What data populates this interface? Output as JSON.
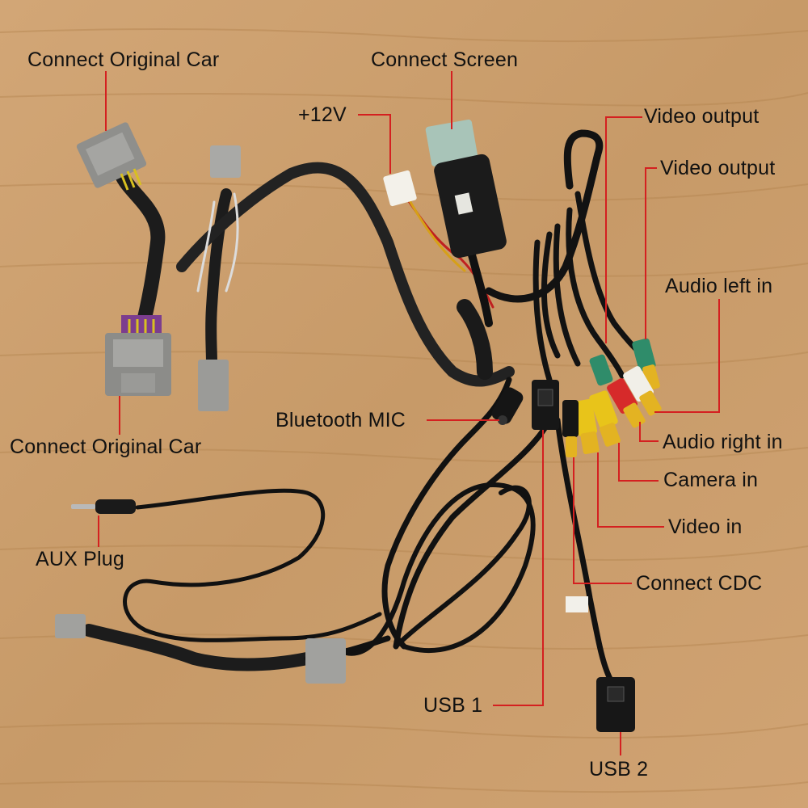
{
  "labels": {
    "connect_original_car_top": "Connect Original Car",
    "connect_screen": "Connect Screen",
    "plus_12v": "+12V",
    "video_output_1": "Video output",
    "video_output_2": "Video output",
    "audio_left_in": "Audio left in",
    "bluetooth_mic": "Bluetooth MIC",
    "connect_original_car_bottom": "Connect Original Car",
    "audio_right_in": "Audio right in",
    "camera_in": "Camera in",
    "video_in": "Video in",
    "aux_plug": "AUX Plug",
    "connect_cdc": "Connect CDC",
    "usb_1": "USB 1",
    "usb_2": "USB 2"
  },
  "colors": {
    "wood": "#c99c6a",
    "leader_line": "#d42020",
    "cable": "#151515"
  }
}
